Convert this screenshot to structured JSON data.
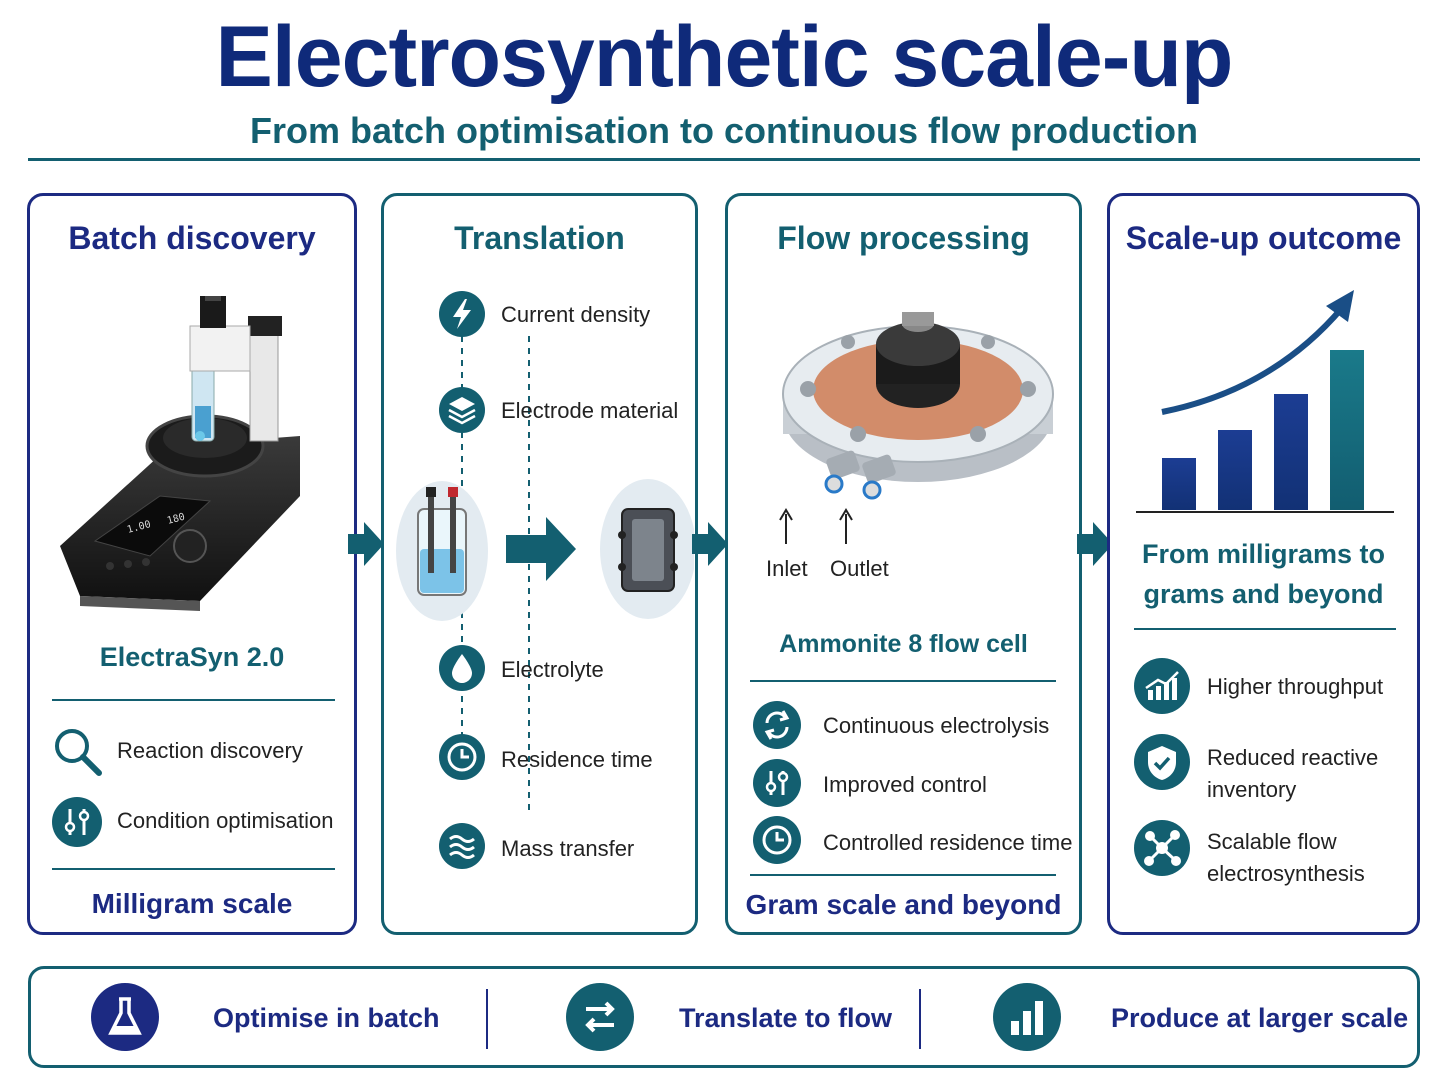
{
  "header": {
    "title": "Electrosynthetic scale-up",
    "subtitle": "From batch optimisation to continuous flow production"
  },
  "panels": {
    "batch": {
      "title": "Batch discovery",
      "device_label": "ElectraSyn 2.0",
      "items": [
        "Reaction discovery",
        "Condition optimisation"
      ],
      "scale": "Milligram scale"
    },
    "translation": {
      "title": "Translation",
      "items": [
        "Current density",
        "Electrode material",
        "Electrolyte",
        "Residence time",
        "Mass transfer"
      ]
    },
    "flow": {
      "title": "Flow processing",
      "inlet": "Inlet",
      "outlet": "Outlet",
      "device_label": "Ammonite 8 flow cell",
      "items": [
        "Continuous electrolysis",
        "Improved control",
        "Controlled residence time"
      ],
      "scale": "Gram scale and beyond"
    },
    "outcome": {
      "title": "Scale-up outcome",
      "summary_line1": "From milligrams to",
      "summary_line2": "grams and beyond",
      "items": [
        {
          "line1": "Higher throughput",
          "line2": ""
        },
        {
          "line1": "Reduced reactive",
          "line2": "inventory"
        },
        {
          "line1": "Scalable flow",
          "line2": "electrosynthesis"
        }
      ]
    }
  },
  "footer": {
    "steps": [
      "Optimise in batch",
      "Translate to flow",
      "Produce at larger scale"
    ]
  },
  "colors": {
    "navy": "#1c2a82",
    "teal": "#135f70",
    "title": "#0f2a7a"
  },
  "icons": [
    "lightning-icon",
    "layers-icon",
    "droplet-icon",
    "clock-icon",
    "waves-icon",
    "search-icon",
    "sliders-icon",
    "refresh-icon",
    "chart-up-icon",
    "shield-check-icon",
    "network-icon",
    "flask-icon",
    "swap-icon",
    "bar-chart-icon"
  ]
}
